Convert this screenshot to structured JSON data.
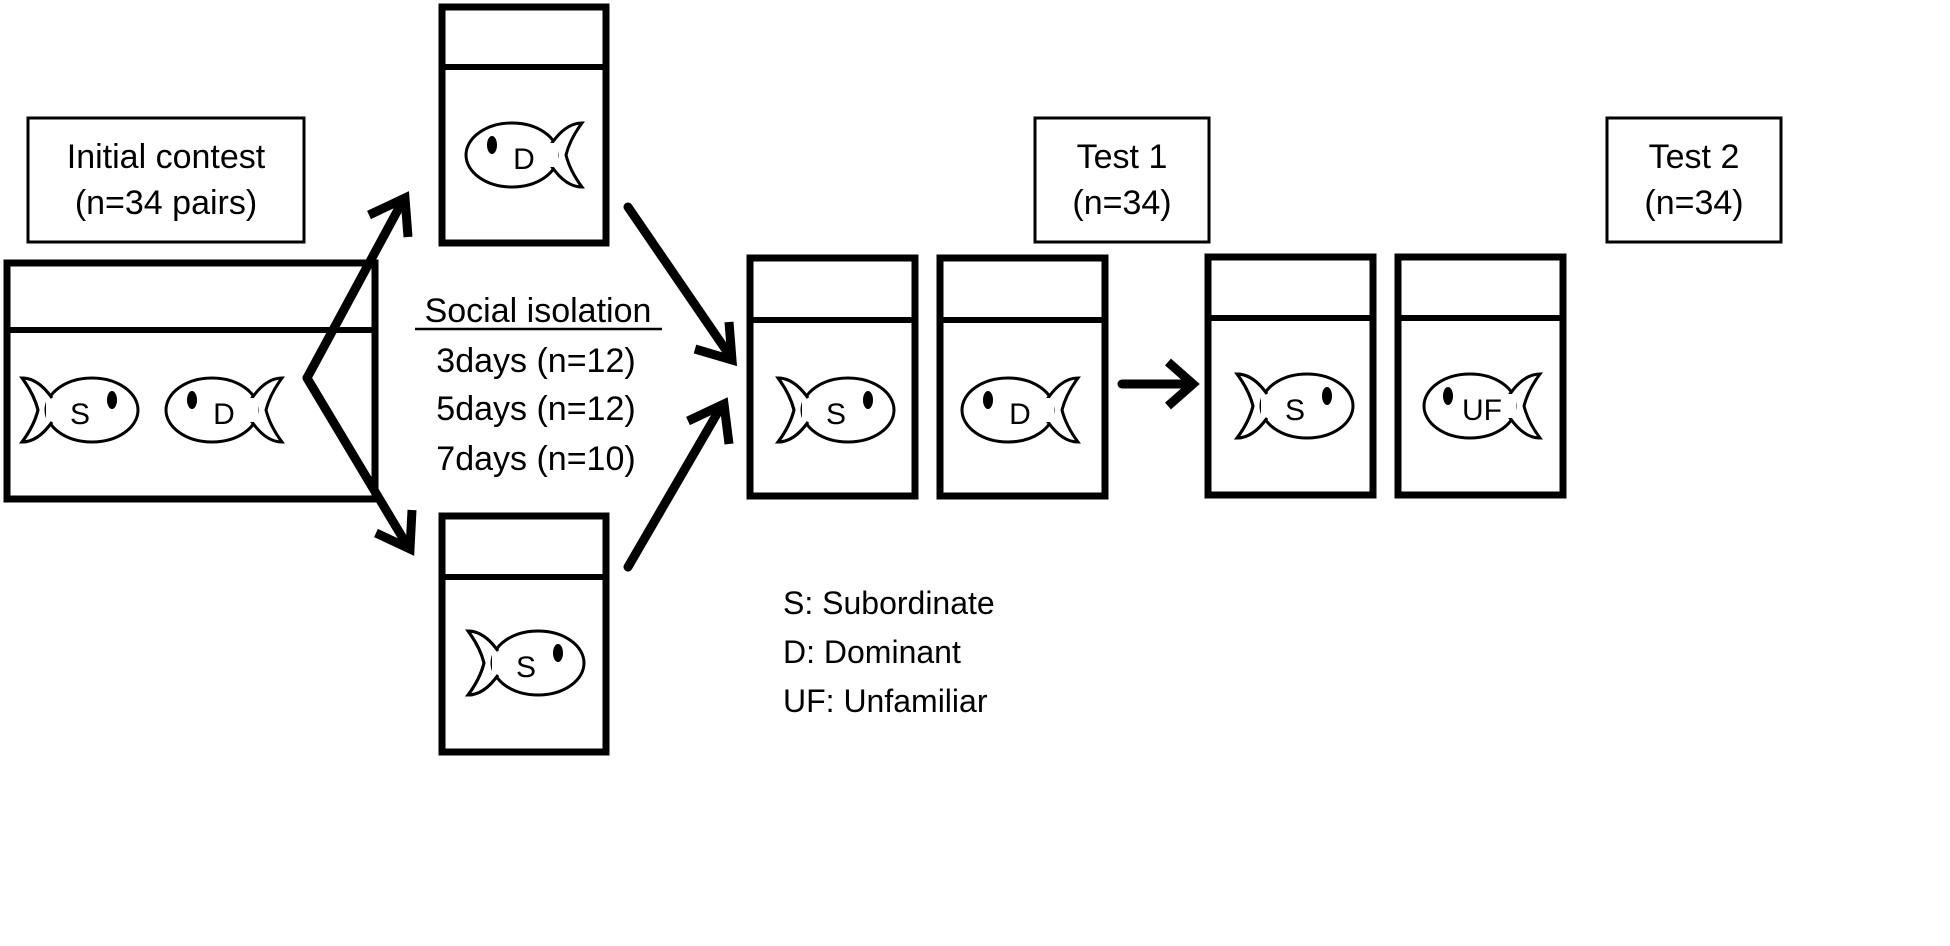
{
  "labels": {
    "initial_contest_line1": "Initial contest",
    "initial_contest_line2": "(n=34 pairs)",
    "test1_line1": "Test 1",
    "test1_line2": "(n=34)",
    "test2_line1": "Test 2",
    "test2_line2": "(n=34)"
  },
  "isolation": {
    "heading": "Social isolation",
    "groups": [
      "3days (n=12)",
      "5days (n=12)",
      "7days (n=10)"
    ]
  },
  "fish": {
    "initial_s": "S",
    "initial_d": "D",
    "isolated_d": "D",
    "isolated_s": "S",
    "test1_s": "S",
    "test1_d": "D",
    "test2_s": "S",
    "test2_uf": "UF"
  },
  "legend": [
    "S: Subordinate",
    "D: Dominant",
    "UF: Unfamiliar"
  ],
  "colors": {
    "stroke": "#000000",
    "fill": "#ffffff"
  }
}
